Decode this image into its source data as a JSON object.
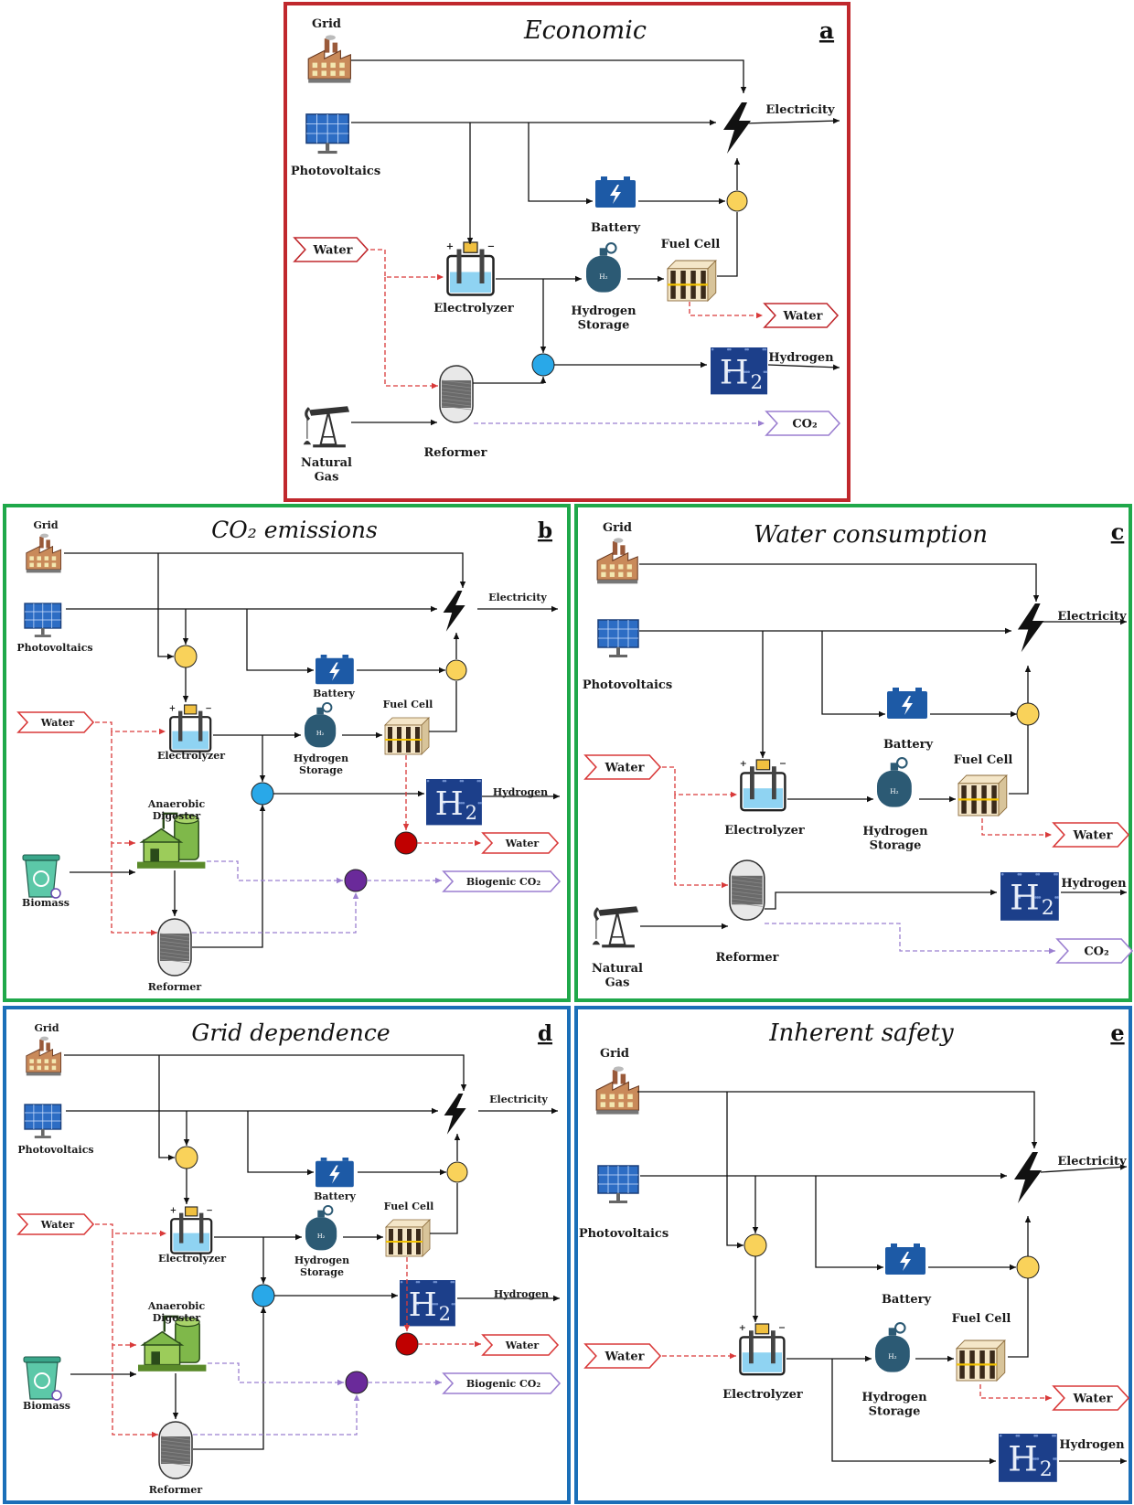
{
  "panels": {
    "a": {
      "letter": "a",
      "title": "Economic",
      "labels": {
        "grid": "Grid",
        "pv": "Photovoltaics",
        "water_in": "Water",
        "electrolyzer": "Electrolyzer",
        "battery": "Battery",
        "fuelcell": "Fuel Cell",
        "storage": [
          "Hydrogen",
          "Storage"
        ],
        "water_out": "Water",
        "electricity": "Electricity",
        "hydrogen": "Hydrogen",
        "reformer": "Reformer",
        "co2": "CO₂",
        "natgas": [
          "Natural",
          "Gas"
        ]
      }
    },
    "b": {
      "letter": "b",
      "title": "CO₂ emissions",
      "labels": {
        "grid": "Grid",
        "pv": "Photovoltaics",
        "water_in": "Water",
        "electrolyzer": "Electrolyzer",
        "battery": "Battery",
        "fuelcell": "Fuel Cell",
        "storage": [
          "Hydrogen",
          "Storage"
        ],
        "electricity": "Electricity",
        "hydrogen": "Hydrogen",
        "water_out": "Water",
        "digester": [
          "Anaerobic",
          "Digester"
        ],
        "biomass": "Biomass",
        "biogenic": "Biogenic CO₂",
        "reformer": "Reformer"
      }
    },
    "c": {
      "letter": "c",
      "title": "Water consumption",
      "labels": {
        "grid": "Grid",
        "pv": "Photovoltaics",
        "water_in": "Water",
        "electrolyzer": "Electrolyzer",
        "battery": "Battery",
        "fuelcell": "Fuel Cell",
        "storage": [
          "Hydrogen",
          "Storage"
        ],
        "electricity": "Electricity",
        "water_out": "Water",
        "hydrogen": "Hydrogen",
        "reformer": "Reformer",
        "co2": "CO₂",
        "natgas": [
          "Natural",
          "Gas"
        ]
      }
    },
    "d": {
      "letter": "d",
      "title": "Grid dependence",
      "labels": {
        "grid": "Grid",
        "pv": "Photovoltaics",
        "water_in": "Water",
        "electrolyzer": "Electrolyzer",
        "battery": "Battery",
        "fuelcell": "Fuel Cell",
        "storage": [
          "Hydrogen",
          "Storage"
        ],
        "electricity": "Electricity",
        "hydrogen": "Hydrogen",
        "water_out": "Water",
        "digester": [
          "Anaerobic",
          "Digester"
        ],
        "biomass": "Biomass",
        "biogenic": "Biogenic CO₂",
        "reformer": "Reformer"
      }
    },
    "e": {
      "letter": "e",
      "title": "Inherent safety",
      "labels": {
        "grid": "Grid",
        "pv": "Photovoltaics",
        "water_in": "Water",
        "electrolyzer": "Electrolyzer",
        "battery": "Battery",
        "fuelcell": "Fuel Cell",
        "storage": [
          "Hydrogen",
          "Storage"
        ],
        "electricity": "Electricity",
        "water_out": "Water",
        "hydrogen": "Hydrogen"
      }
    }
  },
  "colors": {
    "border_economic": "#c0282d",
    "border_co2": "#1fa84a",
    "border_safety": "#1a6fb8",
    "water_flow": "#d93a3a",
    "co2_flow": "#9b7fd0",
    "power_flow": "#111111",
    "node_yellow": "#f9d25a",
    "node_blue": "#29a8e8",
    "node_red": "#c00000",
    "node_purple": "#6a2a9a",
    "h2_tile": "#1c3f8a",
    "battery": "#1d5aa6",
    "tank": "#2c5a74"
  },
  "icons": [
    "factory-icon",
    "solar-panel-icon",
    "lightning-icon",
    "battery-icon",
    "electrolyzer-icon",
    "hydrogen-tank-icon",
    "fuel-cell-icon",
    "h2-tile-icon",
    "reformer-icon",
    "pumpjack-icon",
    "digester-icon",
    "biomass-bin-icon"
  ],
  "h2_tile_text": "H",
  "h2_tile_sub": "2",
  "tank_text": "H₂"
}
